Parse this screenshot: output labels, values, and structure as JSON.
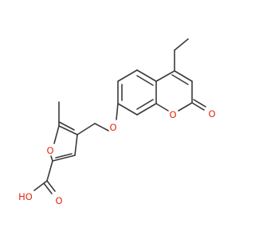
{
  "molecule": {
    "atom_labels": {
      "o_ether": "O",
      "o_furan": "O",
      "oh": "HO",
      "o_acid_carbonyl": "O",
      "o_lactone_ring": "O",
      "o_lactone_carbonyl": "O"
    },
    "colors": {
      "bond": "#3a3a3a",
      "oxygen": "#e8250c"
    }
  }
}
